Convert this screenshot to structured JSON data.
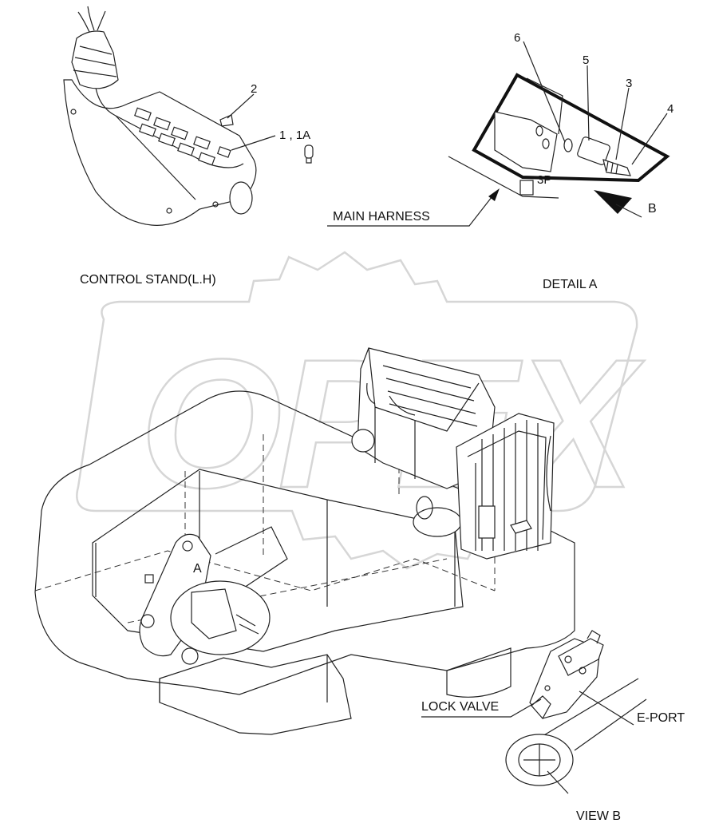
{
  "labels": {
    "control_stand": "CONTROL STAND(L.H)",
    "detail_a": "DETAIL  A",
    "main_harness": "MAIN HARNESS",
    "lock_valve": "LOCK VALVE",
    "e_port": "E-PORT",
    "view_b": "VIEW  B",
    "view_arrow": "B",
    "callout_a": "A",
    "connector": "3P"
  },
  "part_numbers": {
    "p1": "1 , 1A",
    "p2": "2",
    "p3": "3",
    "p4": "4",
    "p5": "5",
    "p6": "6"
  },
  "watermark": "OPEX",
  "colors": {
    "line": "#222222",
    "watermark": "#d6d6d6",
    "background": "#ffffff"
  }
}
